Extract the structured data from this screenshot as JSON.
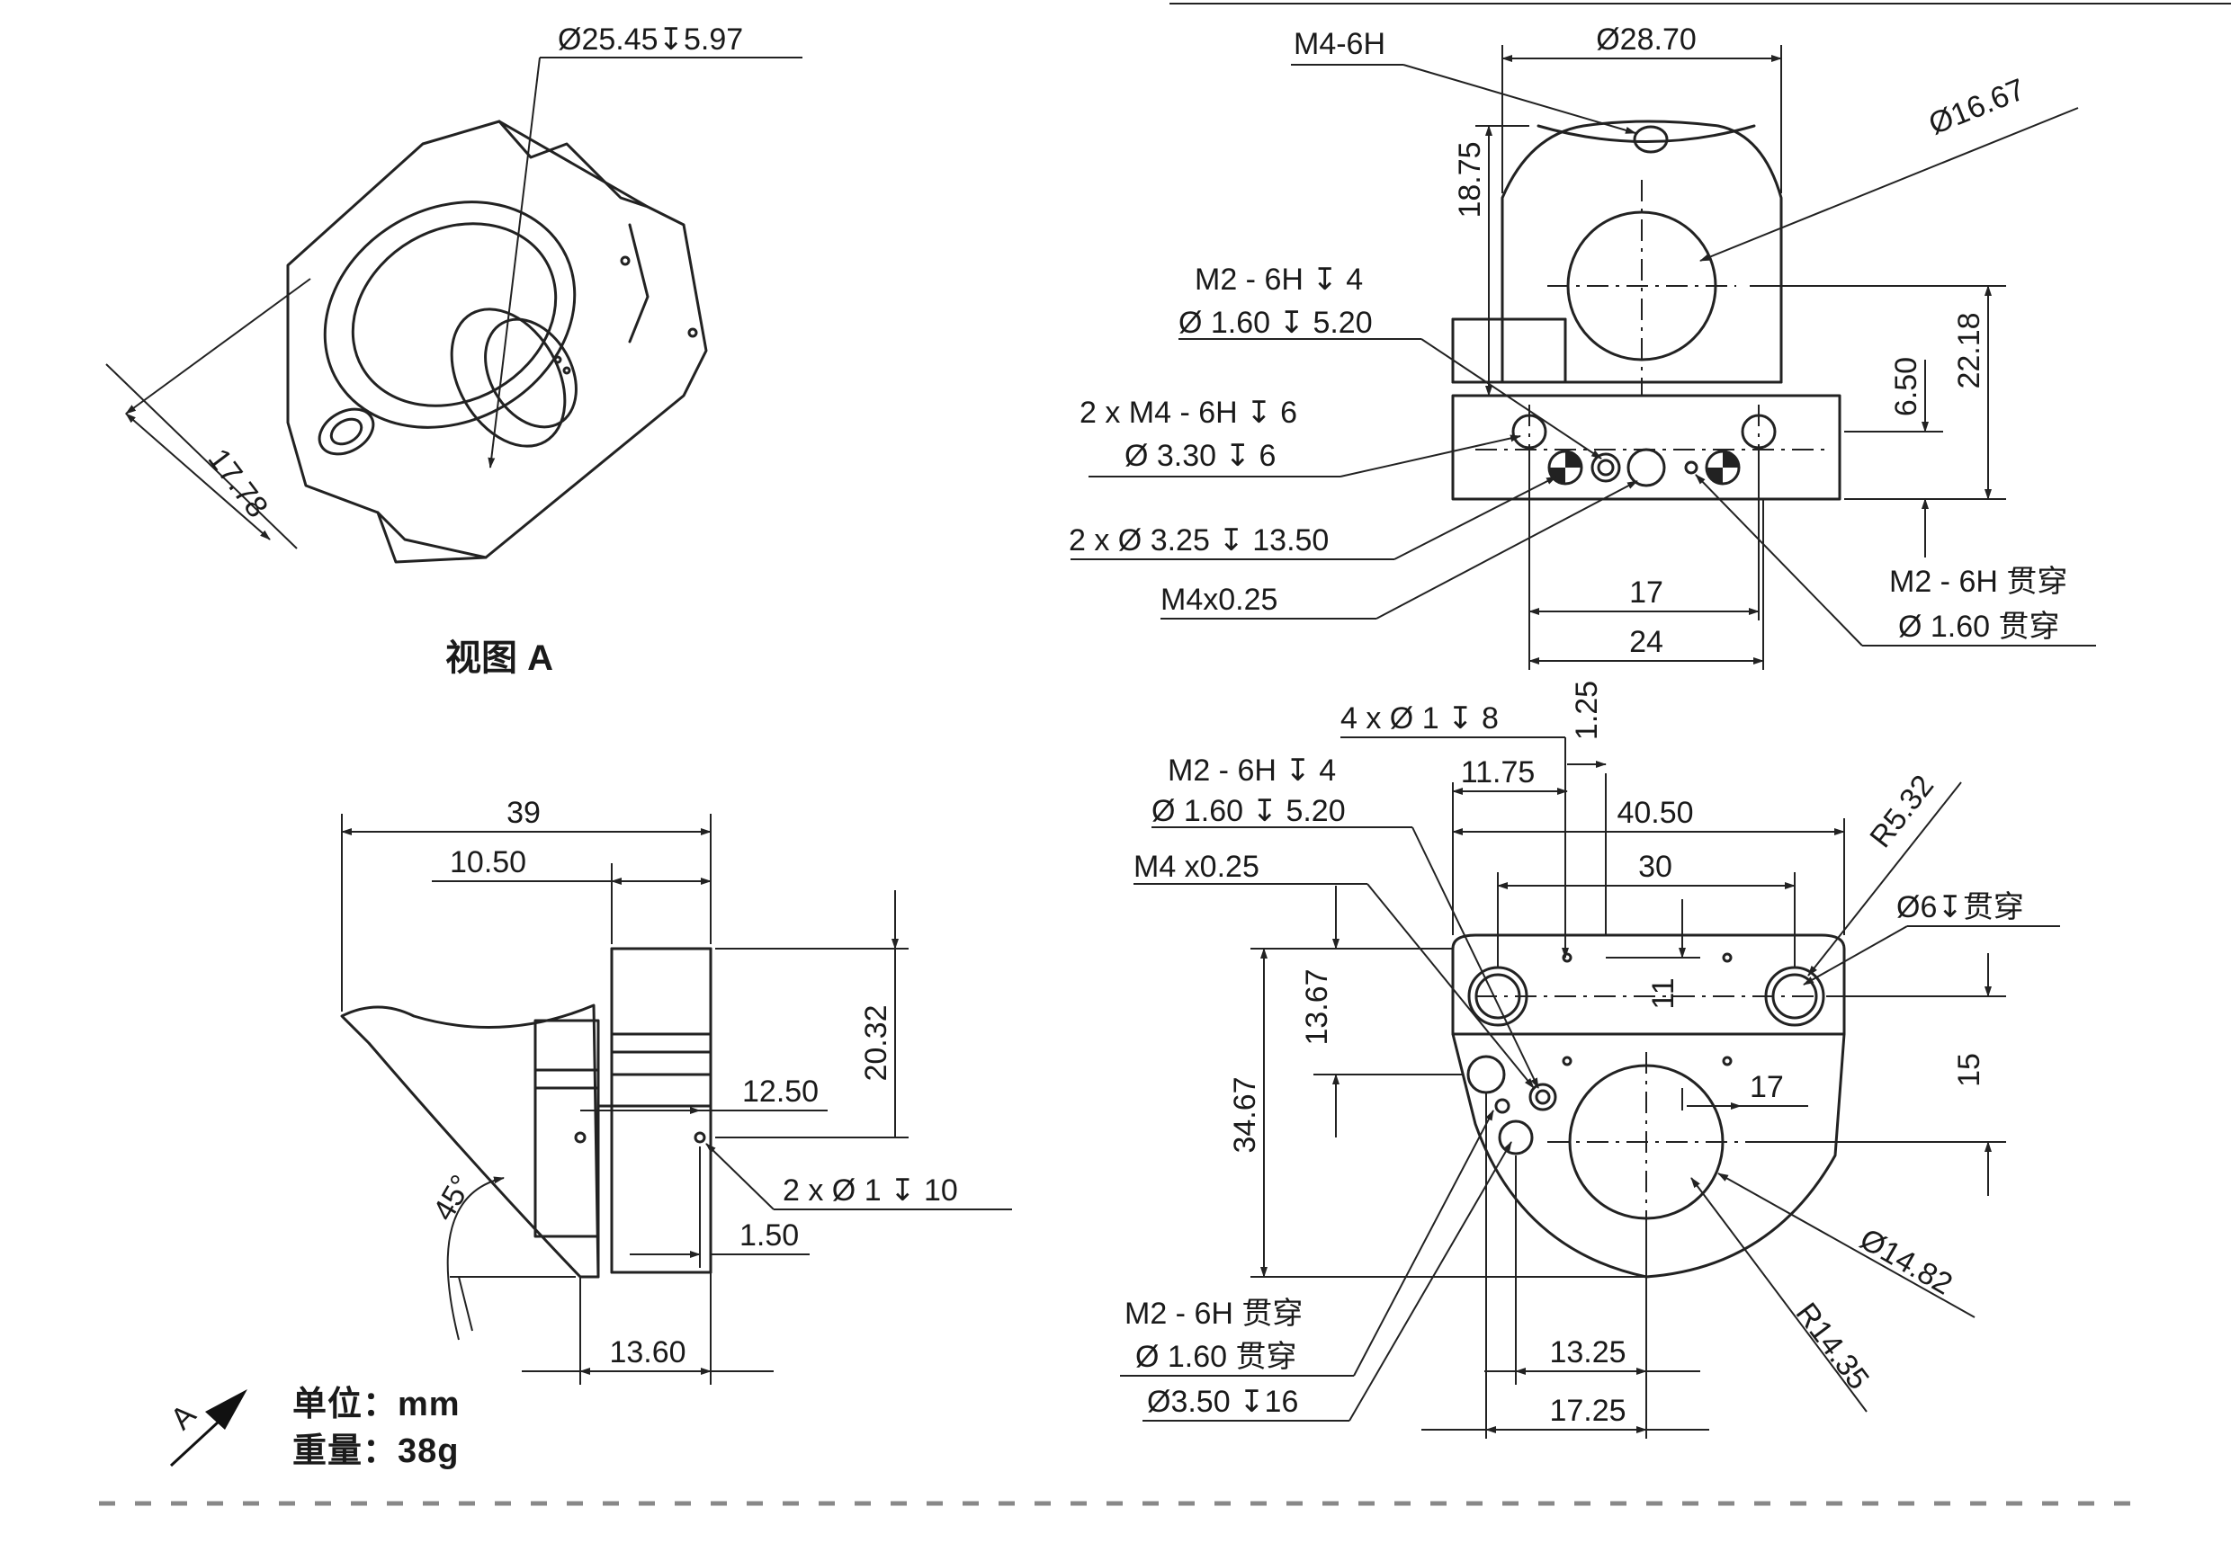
{
  "drawing": {
    "view_a_label": "视图 A",
    "view_arrow_letter": "A",
    "unit_line": "单位：mm",
    "weight_line": "重量：38g",
    "iso": {
      "bore": "Ø25.45↧5.97",
      "depth": "17.78"
    },
    "side": {
      "width": "39",
      "offset": "10.50",
      "height": "20.32",
      "hole_x": "12.50",
      "holes": "2 x Ø 1 ↧ 10",
      "wall": "1.50",
      "base": "13.60",
      "angle": "45°"
    },
    "top": {
      "tap_top": "M4-6H",
      "width": "Ø28.70",
      "bore": "Ø16.67",
      "height": "18.75",
      "tap_a1": "M2 - 6H ↧ 4",
      "tap_a2": "Ø 1.60 ↧ 5.20",
      "tap_b1": "2 x  M4 - 6H ↧ 6",
      "tap_b2": "Ø 3.30 ↧ 6",
      "pin": "2 x Ø 3.25 ↧ 13.50",
      "screw": "M4x0.25",
      "pitch": "17",
      "span": "24",
      "offset_v": "6.50",
      "total_h": "22.18",
      "through1": "M2 - 6H 贯穿",
      "through2": "Ø 1.60 贯穿"
    },
    "front": {
      "holes4": "4 x Ø 1 ↧ 8",
      "small_v": "1.25",
      "tap1": "M2 - 6H ↧ 4",
      "tap2": "Ø 1.60 ↧ 5.20",
      "d_1175": "11.75",
      "d_4050": "40.50",
      "screw": "M4 x0.25",
      "d_30": "30",
      "r532": "R5.32",
      "hole6": "Ø6↧贯穿",
      "d_1367": "13.67",
      "d_11": "11",
      "d_15": "15",
      "d_3467": "34.67",
      "d_17": "17",
      "d_1482": "Ø14.82",
      "r1435": "R14.35",
      "through1": "M2 - 6H 贯穿",
      "through2": "Ø 1.60 贯穿",
      "cb": "Ø3.50 ↧16",
      "d_1325": "13.25",
      "d_1725": "17.25"
    }
  }
}
